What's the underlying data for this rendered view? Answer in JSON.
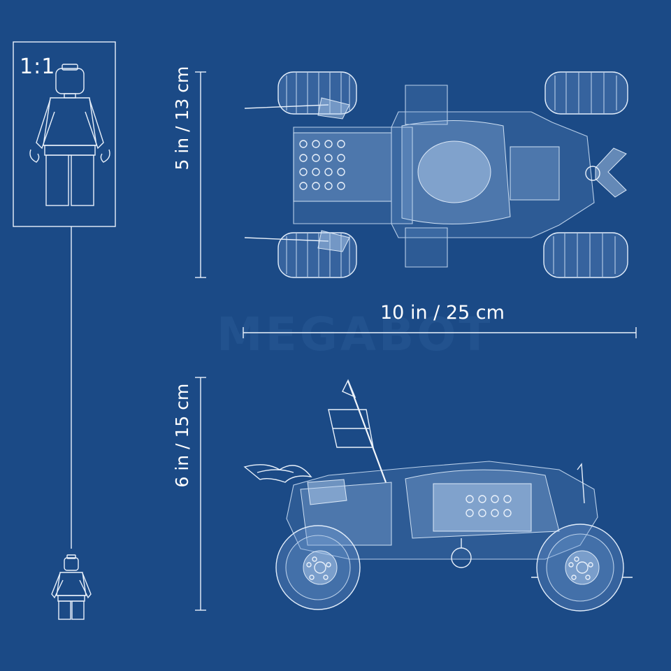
{
  "scale_label": "1:1",
  "dimensions": {
    "width": "10 in / 25 cm",
    "depth": "5 in / 13 cm",
    "height": "6 in / 15 cm"
  },
  "watermark": "MEGABOT"
}
